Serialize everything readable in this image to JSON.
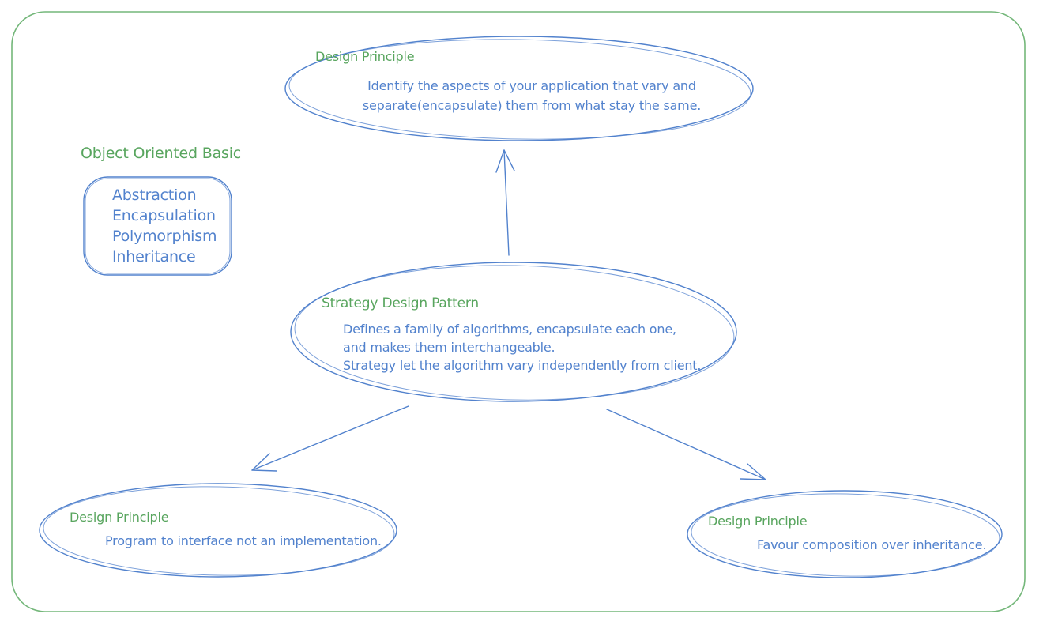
{
  "colors": {
    "blue": "#5282cd",
    "green": "#58a55e",
    "frame_green": "#74b77a",
    "background": "#ffffff"
  },
  "oo_basic": {
    "title": "Object Oriented Basic",
    "items": [
      "Abstraction",
      "Encapsulation",
      "Polymorphism",
      "Inheritance"
    ]
  },
  "top_principle": {
    "label": "Design Principle",
    "line1": "Identify the aspects of your application that vary and",
    "line2": "separate(encapsulate) them from what stay the same."
  },
  "strategy": {
    "label": "Strategy Design Pattern",
    "line1": "Defines a family of algorithms, encapsulate each one,",
    "line2": "and makes them interchangeable.",
    "line3": "Strategy let the algorithm vary independently from client."
  },
  "left_principle": {
    "label": "Design Principle",
    "text": "Program to interface not an implementation."
  },
  "right_principle": {
    "label": "Design Principle",
    "text": "Favour composition over inheritance."
  }
}
